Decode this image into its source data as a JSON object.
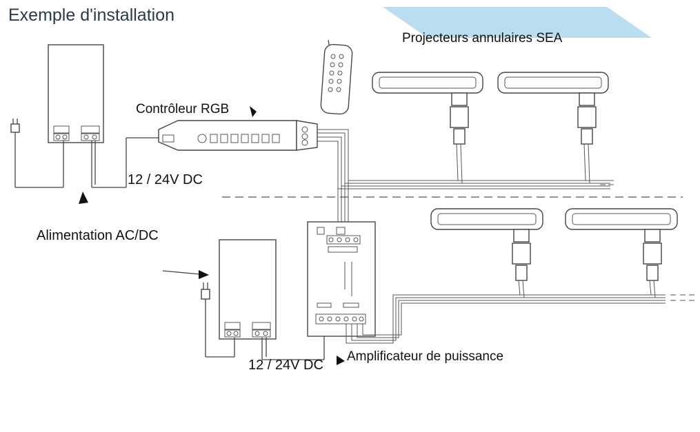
{
  "title": "Exemple d'installation",
  "labels": {
    "projectors": "Projecteurs annulaires SEA",
    "controller": "Contrôleur RGB",
    "voltage_top": "12 / 24V DC",
    "power_supply": "Alimentation AC/DC",
    "voltage_bottom": "12 / 24V DC",
    "amplifier": "Amplificateur de puissance"
  },
  "colors": {
    "banner": "#a9d4ec",
    "title": "#2b3a4a",
    "lines": "#444444"
  }
}
